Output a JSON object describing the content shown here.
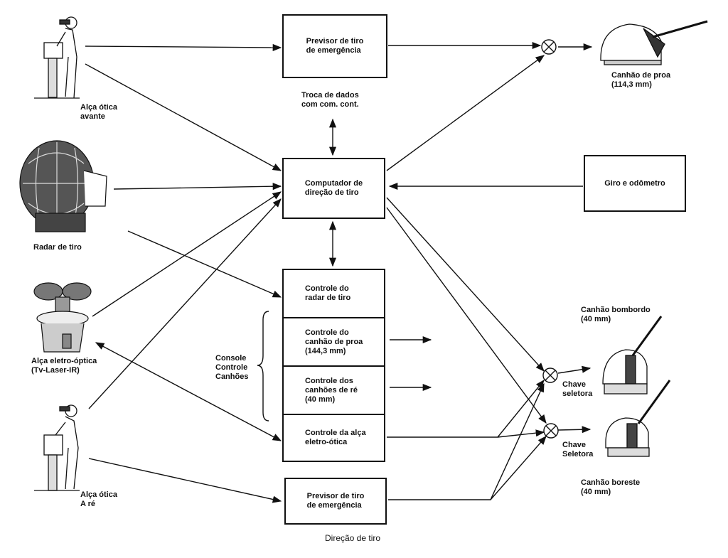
{
  "boxes": {
    "previsor_top": "Previsor de tiro\nde emergência",
    "computador": "Computador de\ndireção de tiro",
    "giro": "Giro e odômetro",
    "previsor_bottom": "Previsor de tiro\nde emergência"
  },
  "console_stack": [
    "Controle do\nradar de tiro",
    "Controle do\ncanhão de proa\n(144,3 mm)",
    "Controle dos\ncanhões de ré\n(40 mm)",
    "Controle da alça\neletro-ótica"
  ],
  "labels": {
    "troca": "Troca de dados\ncom com. cont.",
    "alca_avante": "Alça ótica\navante",
    "radar": "Radar de tiro",
    "alca_eletro": "Alça eletro-óptica\n(Tv-Laser-IR)",
    "alca_re": "Alça ótica\nA ré",
    "console": "Console\nControle\nCanhões",
    "canhao_proa": "Canhão de proa\n(114,3 mm)",
    "canhao_bombordo": "Canhão bombordo\n(40 mm)",
    "chave1": "Chave\nseletora",
    "chave2": "Chave\nSeletora",
    "canhao_boreste": "Canhão boreste\n(40 mm)"
  },
  "caption": "Direção de tiro",
  "icons": [
    "observer-figure-icon",
    "radar-dish-icon",
    "electro-optical-sight-icon",
    "naval-gun-turret-icon",
    "summing-junction-icon"
  ]
}
